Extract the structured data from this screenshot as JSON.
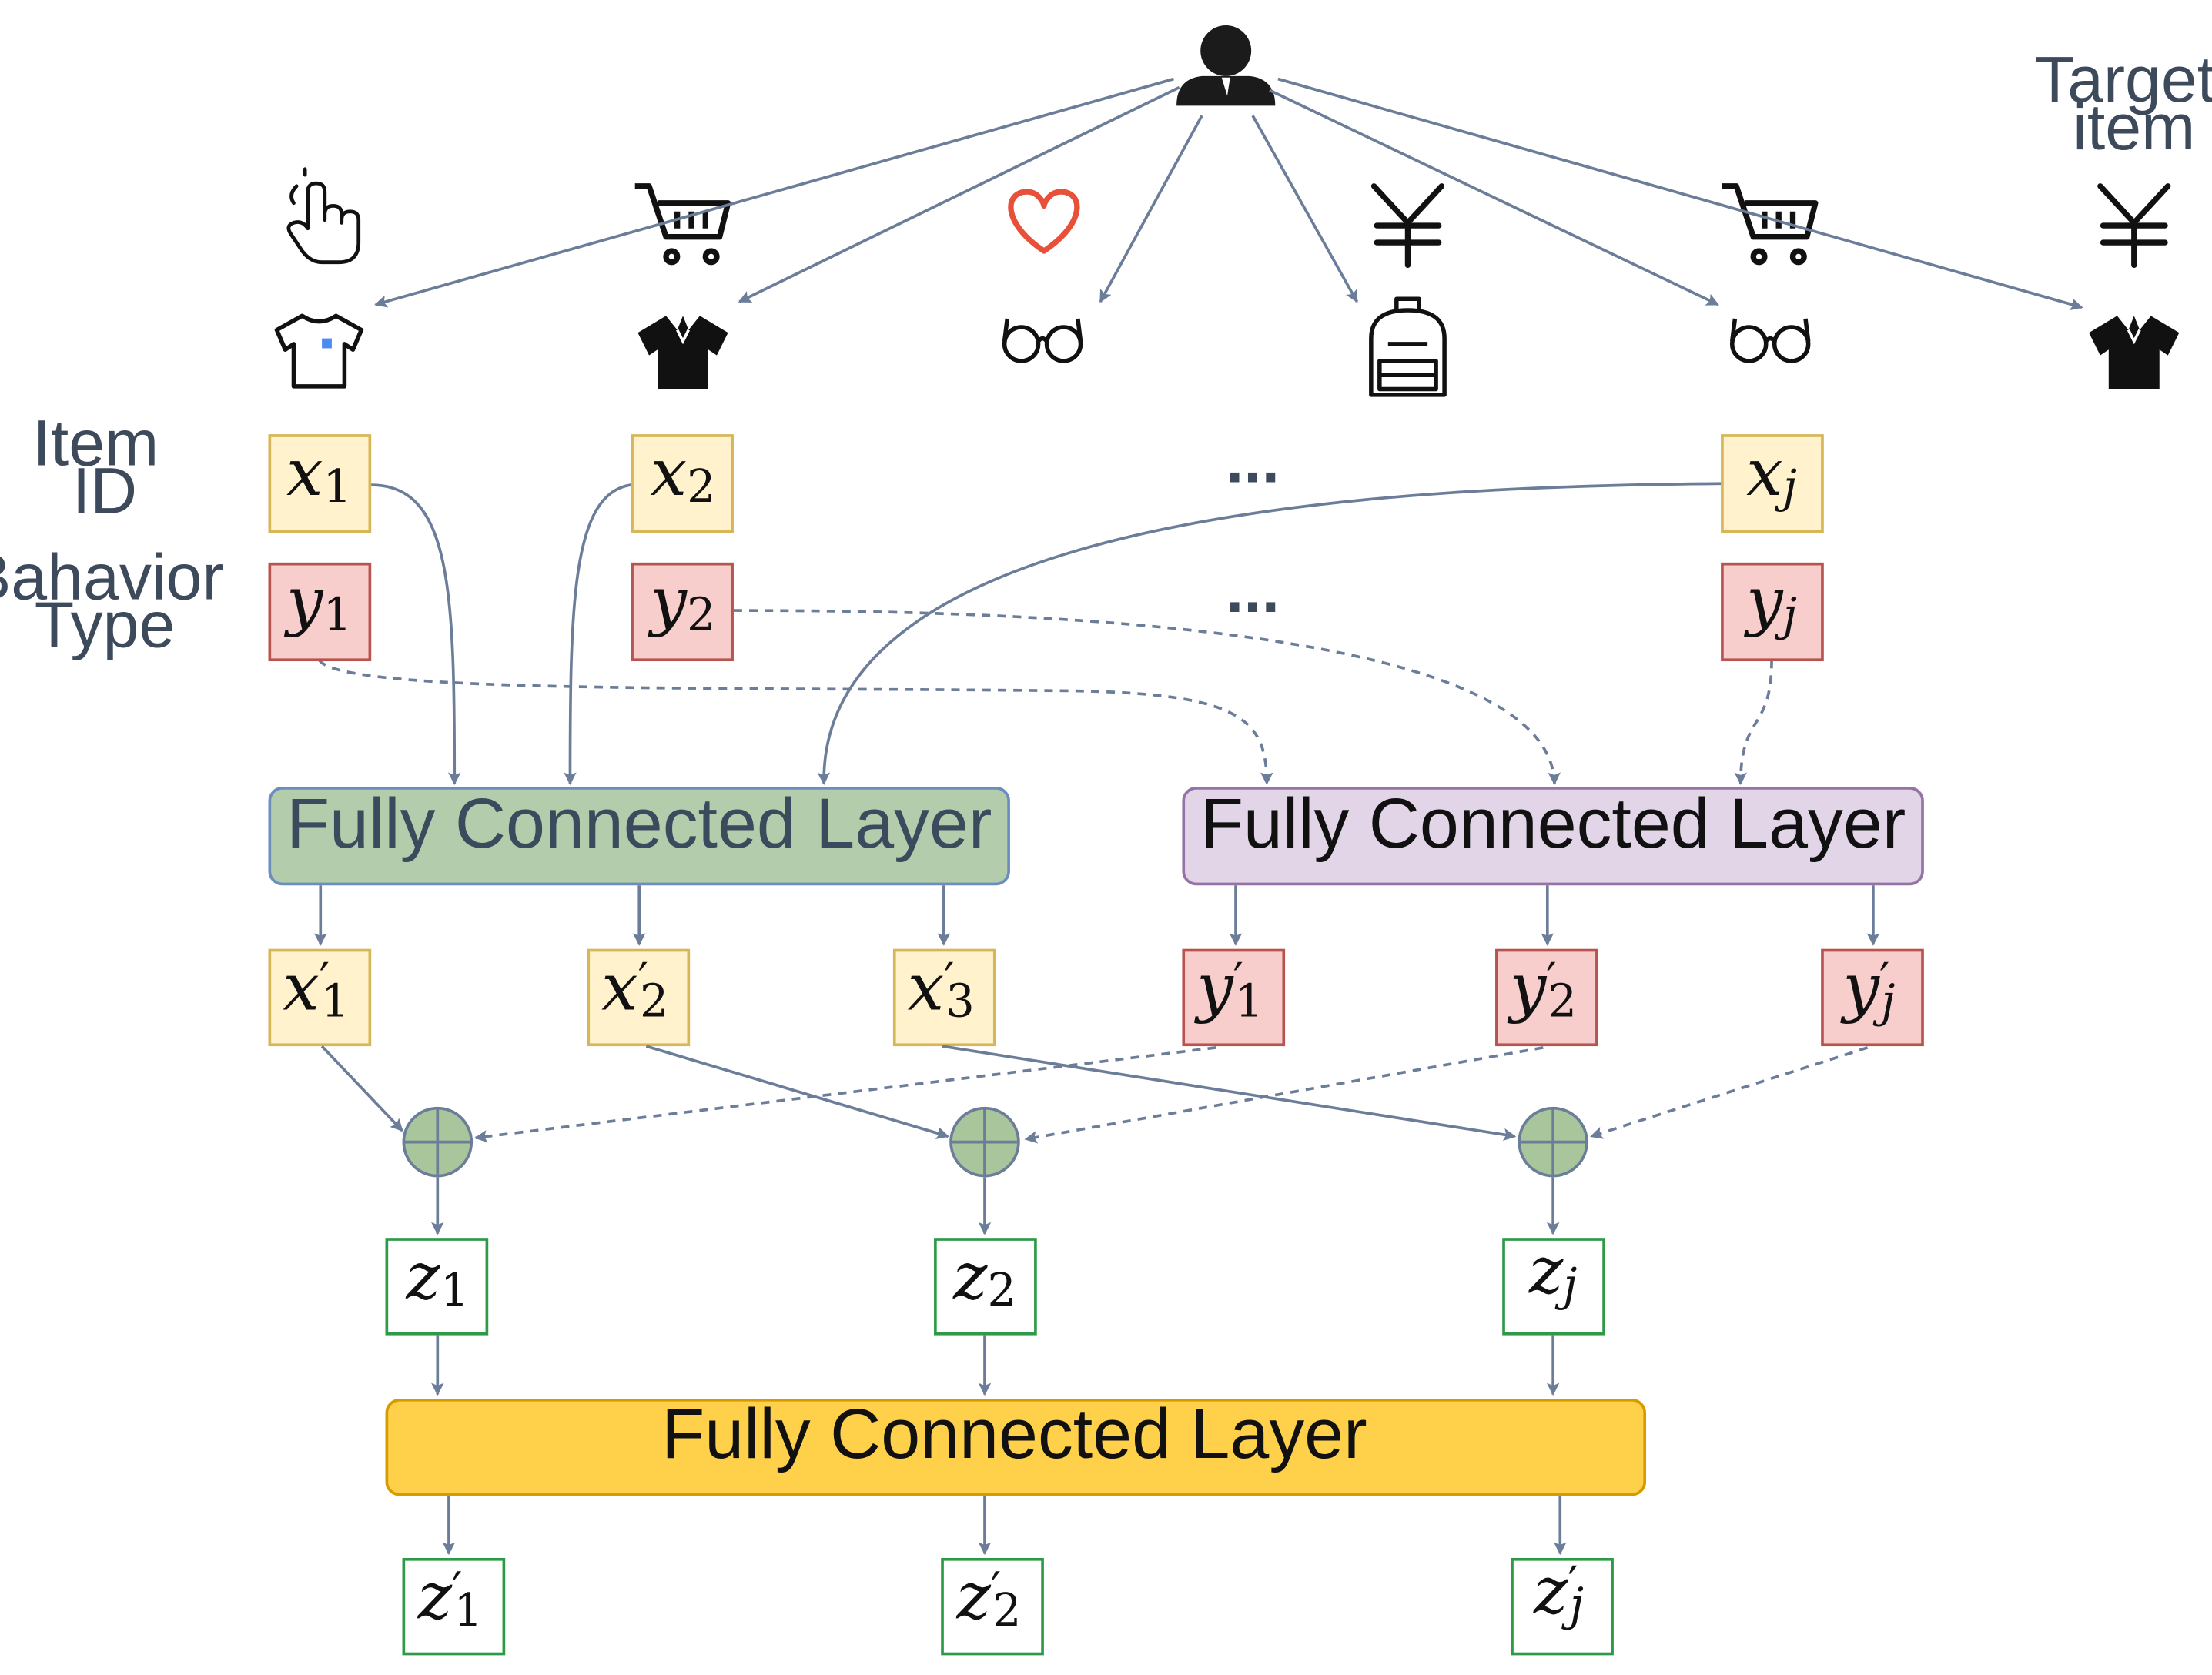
{
  "labels": {
    "target_item": [
      "Target",
      "item"
    ],
    "item_id": [
      "Item",
      "ID"
    ],
    "behavior_type": [
      "Bahavior",
      "Type"
    ],
    "ellipsis": "..."
  },
  "layers": {
    "fc_item": "Fully Connected Layer",
    "fc_behavior": "Fully Connected Layer",
    "fc_fusion": "Fully Connected Layer"
  },
  "nodes": {
    "x": [
      {
        "base": "x",
        "sub": "1"
      },
      {
        "base": "x",
        "sub": "2"
      },
      {
        "base": "x",
        "sub": "j"
      }
    ],
    "y": [
      {
        "base": "y",
        "sub": "1"
      },
      {
        "base": "y",
        "sub": "2"
      },
      {
        "base": "y",
        "sub": "j"
      }
    ],
    "x_prime": [
      {
        "base": "x",
        "sub": "1"
      },
      {
        "base": "x",
        "sub": "2"
      },
      {
        "base": "x",
        "sub": "3"
      }
    ],
    "y_prime": [
      {
        "base": "y",
        "sub": "1"
      },
      {
        "base": "y",
        "sub": "2"
      },
      {
        "base": "y",
        "sub": "j"
      }
    ],
    "z": [
      {
        "base": "z",
        "sub": "1"
      },
      {
        "base": "z",
        "sub": "2"
      },
      {
        "base": "z",
        "sub": "j"
      }
    ],
    "z_prime": [
      {
        "base": "z",
        "sub": "1"
      },
      {
        "base": "z",
        "sub": "2"
      },
      {
        "base": "z",
        "sub": "j"
      }
    ]
  },
  "behaviors": [
    "click-icon",
    "cart-icon",
    "heart-icon",
    "yen-icon",
    "cart-icon",
    "yen-icon"
  ],
  "items": [
    "tshirt-icon",
    "polo-shirt-icon",
    "glasses-icon",
    "backpack-icon",
    "glasses-icon",
    "polo-shirt-icon"
  ],
  "colors": {
    "item_fill": "#fff2cc",
    "item_stroke": "#d6b656",
    "behavior_fill": "#f8cecc",
    "behavior_stroke": "#b85450",
    "behavior_prime_fill": "#f8cecc",
    "fc_item_fill": "#b3ccab",
    "fc_item_stroke": "#6c8ebf",
    "fc_behavior_fill": "#e1d5e7",
    "fc_behavior_stroke": "#9673a6",
    "fc_fusion_fill": "#ffd04a",
    "fc_fusion_stroke": "#d79b00",
    "z_stroke": "#2e9a48",
    "plus_fill": "#a9c59c",
    "arrow": "#6b7d99",
    "heart": "#e8503a"
  }
}
